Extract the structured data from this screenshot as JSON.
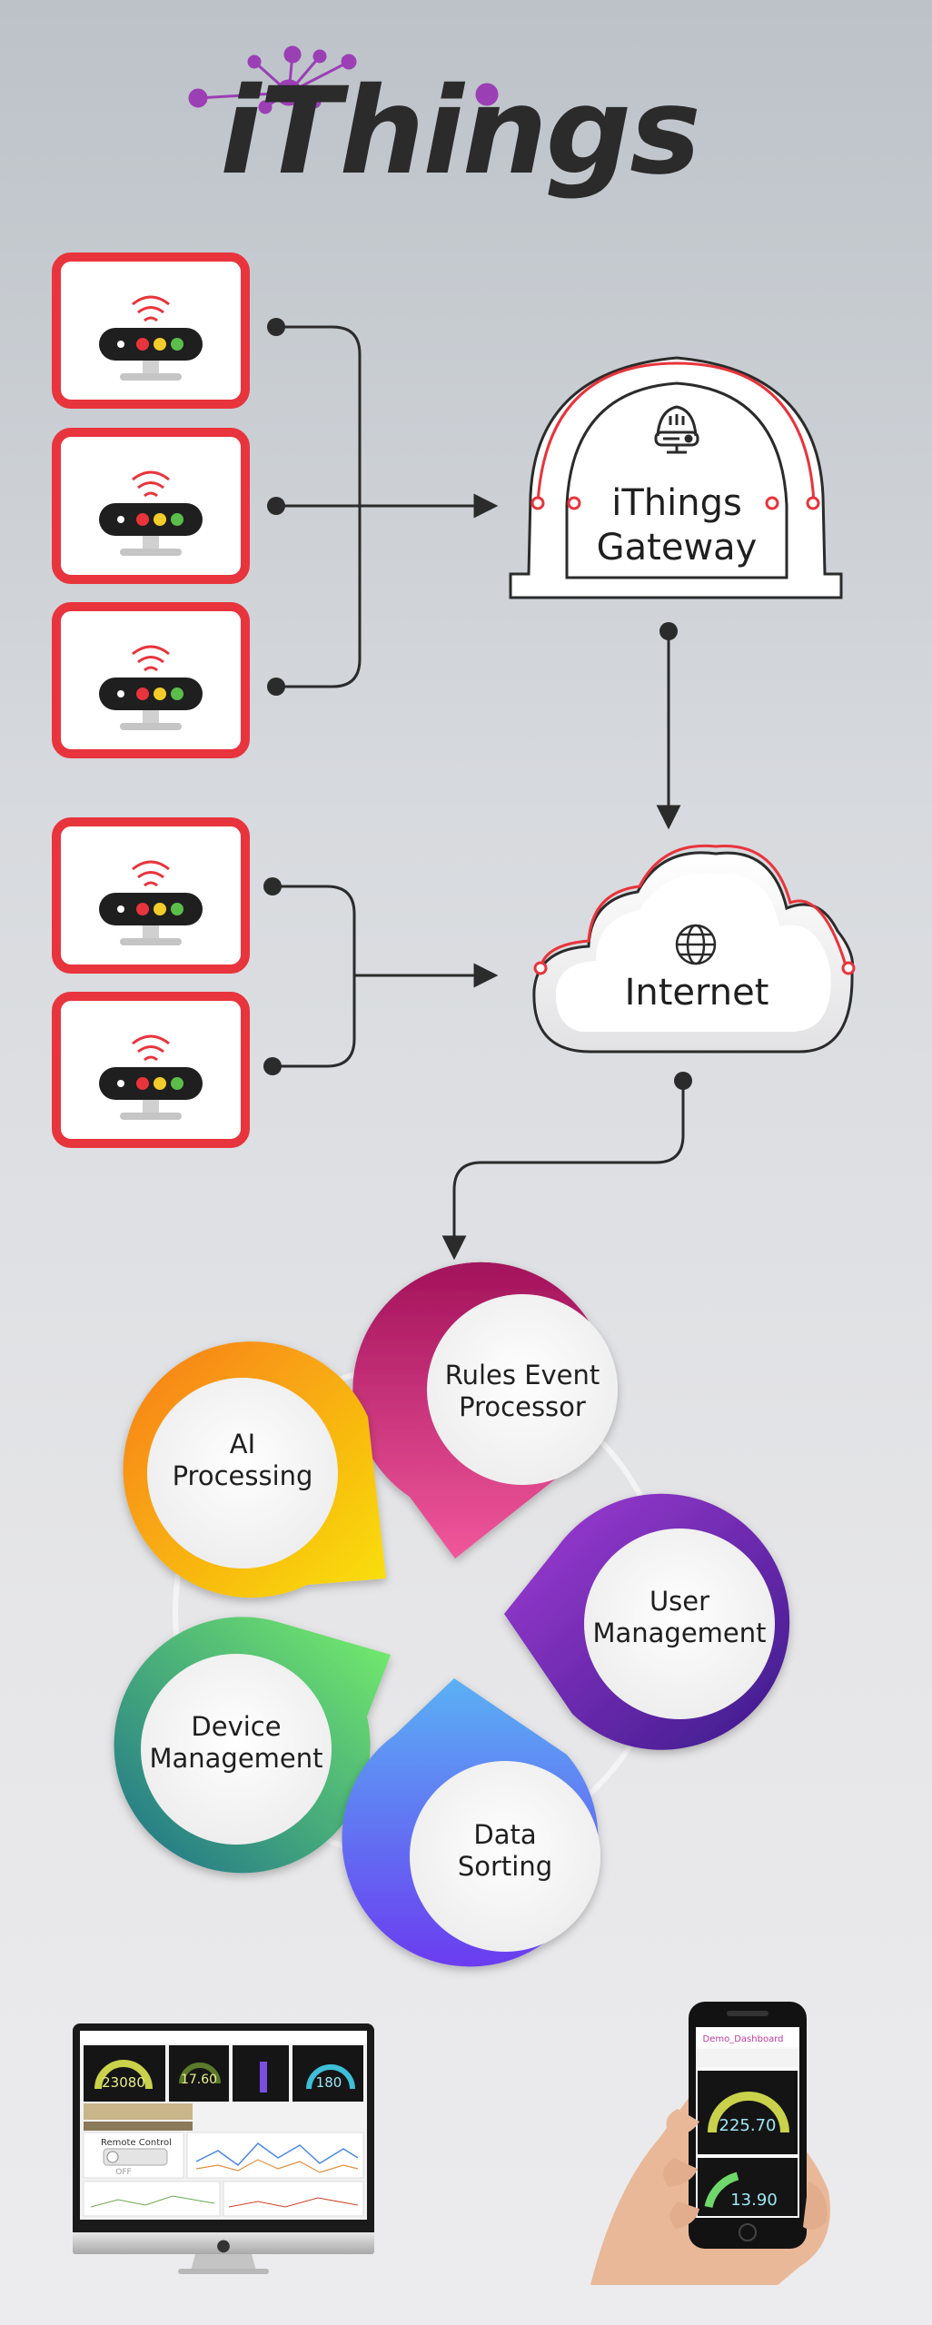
{
  "logo": {
    "text": "iThings"
  },
  "gateway": {
    "line1": "iThings",
    "line2": "Gateway"
  },
  "cloud": {
    "label": "Internet"
  },
  "petals": {
    "rules": {
      "line1": "Rules Event",
      "line2": "Processor"
    },
    "ai": {
      "line1": "AI",
      "line2": "Processing"
    },
    "user": {
      "line1": "User",
      "line2": "Management"
    },
    "device": {
      "line1": "Device",
      "line2": "Management"
    },
    "data": {
      "line1": "Data",
      "line2": "Sorting"
    }
  },
  "desktop_dashboard": {
    "gauge_values": [
      "23080",
      "17.60",
      "180"
    ],
    "panel_title": "Remote Control",
    "toggle_state": "OFF"
  },
  "phone_dashboard": {
    "app_title": "Demo_Dashboard",
    "gauge_values": [
      "225.70",
      "13.90"
    ]
  },
  "colors": {
    "device_border": "#e8343c",
    "accent_purple": "#9b3fb5",
    "line_dark": "#2b2b2b"
  }
}
